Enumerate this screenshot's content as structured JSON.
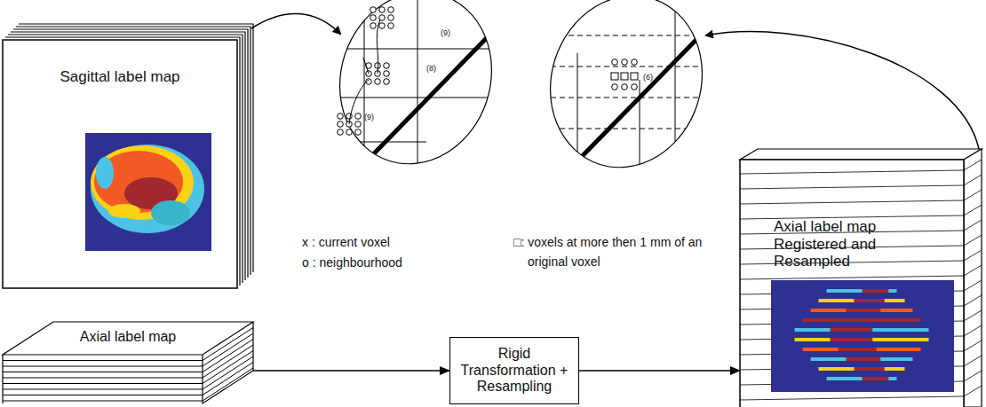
{
  "diagram": {
    "nodes": [
      {
        "text": [
          "Sagittal label map"
        ]
      },
      {
        "text": [
          "Axial label map"
        ]
      },
      {
        "text": [
          "Rigid Transformation + Resampling"
        ]
      },
      {
        "text": [
          "Axial label map Registered and Resampled"
        ]
      }
    ],
    "edges": [
      {
        "from": 1,
        "to": 2,
        "arrow": "to"
      },
      {
        "from": 2,
        "to": 3,
        "arrow": "to"
      }
    ],
    "labels": [
      "(9)",
      "(8)",
      "(9)",
      "(6)",
      "x : current voxel",
      "o : neighbourhood",
      "□: voxels at more then 1 mm of an original voxel"
    ]
  }
}
